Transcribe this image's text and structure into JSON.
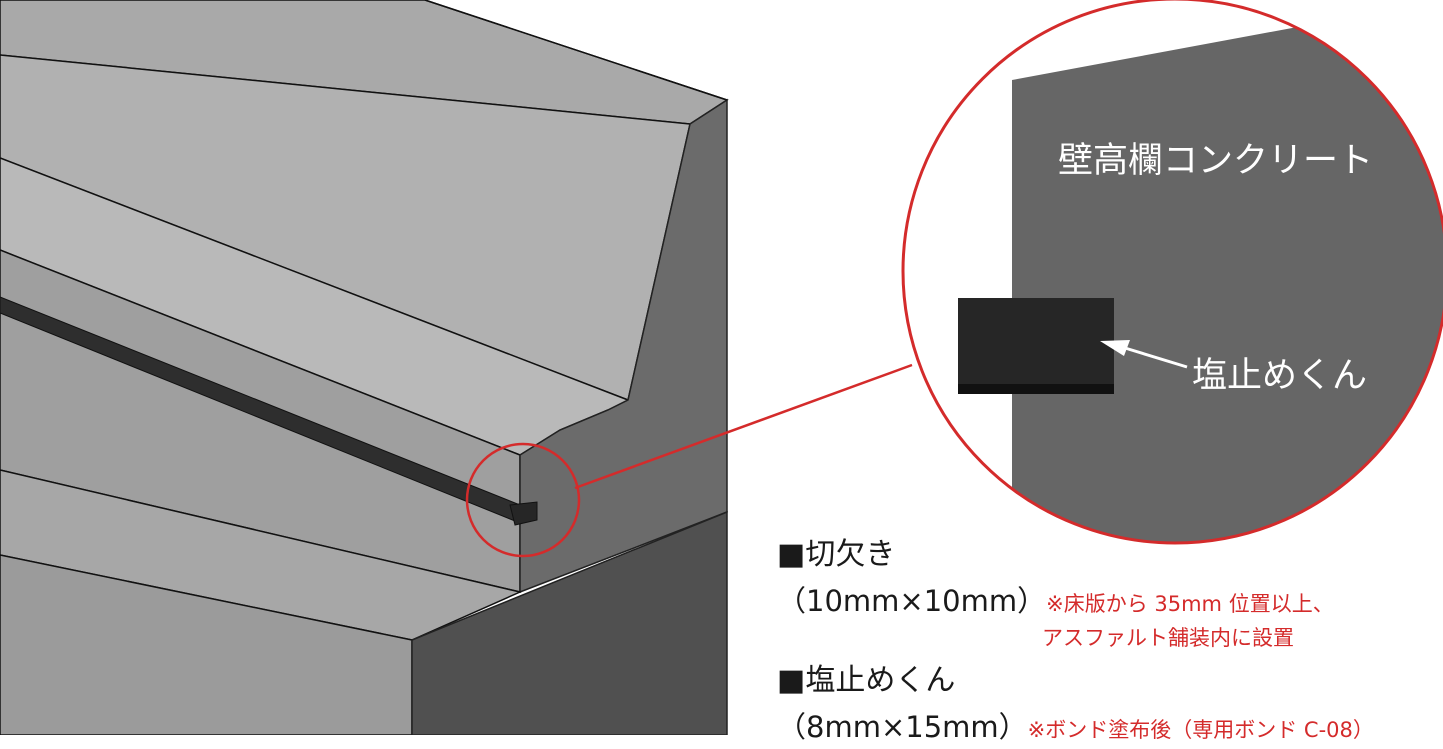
{
  "zoom_labels": {
    "wall": "壁高欄コンクリート",
    "strip": "塩止めくん"
  },
  "notes": {
    "notch_heading": "■切欠き",
    "notch_size": "（10mm×10mm）",
    "notch_note_1": "※床版から 35mm 位置以上、",
    "notch_note_2": "アスファルト舗装内に設置",
    "strip_heading": "■塩止めくん",
    "strip_size": "（8mm×15mm）",
    "strip_note": "※ボンド塗布後（専用ボンド C-08）"
  },
  "colors": {
    "accent_red": "#d42b2b",
    "concrete_light": "#b4b4b4",
    "concrete_mid": "#9d9d9d",
    "concrete_dark": "#6b6b6b",
    "strip": "#2b2b2b"
  }
}
